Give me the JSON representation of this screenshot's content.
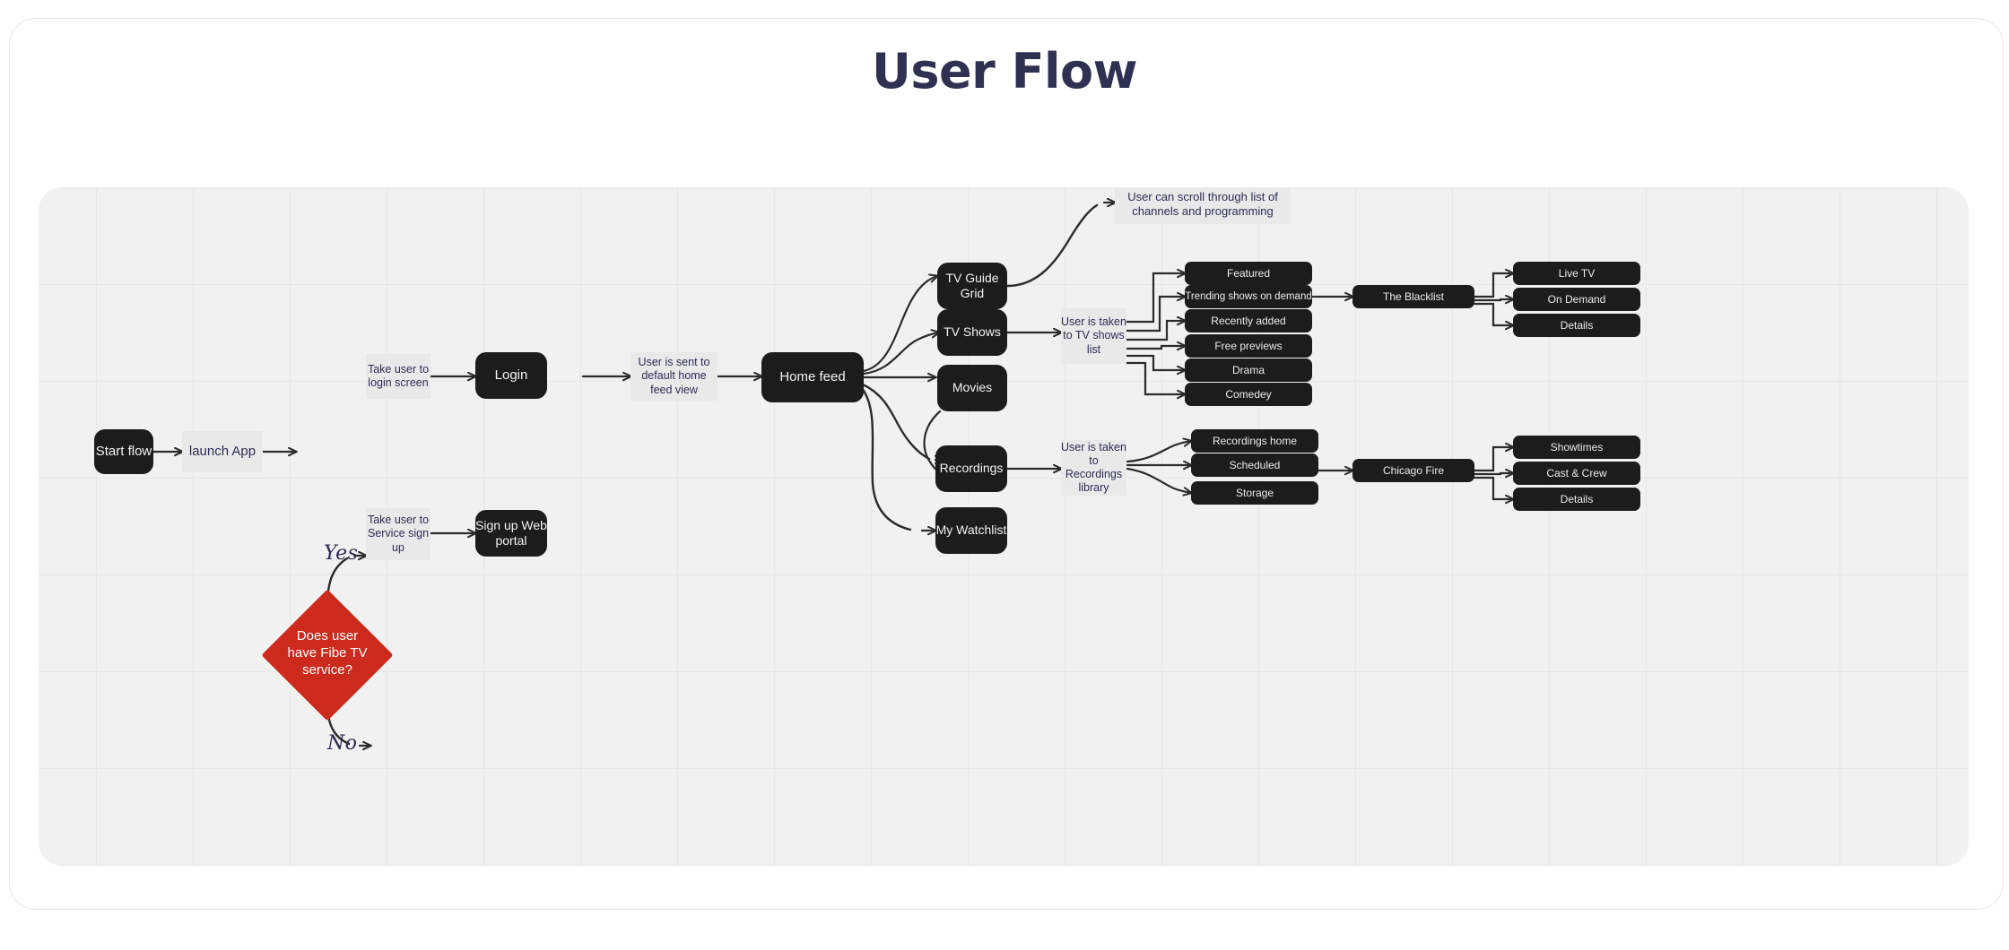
{
  "page": {
    "title": "User Flow"
  },
  "colors": {
    "decision_red": "#cb2a1d",
    "node_dark": "#1c1c1c",
    "note_gray": "#e9e9e9",
    "title_navy": "#2f3152",
    "canvas_gray": "#f1f1f1",
    "edge_stroke": "#2b2b2b"
  },
  "flow": {
    "start": {
      "label": "Start flow"
    },
    "launch": {
      "label": "launch App"
    },
    "decision": {
      "label": "Does user have Fibe TV service?"
    },
    "branch_yes": {
      "label": "Yes"
    },
    "branch_no": {
      "label": "No"
    },
    "take_to_login": {
      "label": "Take user to login screen"
    },
    "login": {
      "label": "Login"
    },
    "sent_to_home": {
      "label": "User is sent to default home feed view"
    },
    "home_feed": {
      "label": "Home feed"
    },
    "take_to_signup": {
      "label": "Take user to Service sign up"
    },
    "signup_portal": {
      "label": "Sign up Web portal"
    },
    "scroll_note": {
      "label": "User can scroll through list of channels and programming"
    },
    "tv_shows_note": {
      "label": "User is taken to TV shows list"
    },
    "recordings_note": {
      "label": "User is taken to Recordings library"
    }
  },
  "main_nav": [
    {
      "label": "TV Guide Grid"
    },
    {
      "label": "TV Shows"
    },
    {
      "label": "Movies"
    },
    {
      "label": "Recordings"
    },
    {
      "label": "My Watchlist"
    }
  ],
  "tv_shows_items": [
    {
      "label": "Featured"
    },
    {
      "label": "Trending shows on demand"
    },
    {
      "label": "Recently added"
    },
    {
      "label": "Free previews"
    },
    {
      "label": "Drama"
    },
    {
      "label": "Comedey"
    }
  ],
  "recordings_items": [
    {
      "label": "Recordings home"
    },
    {
      "label": "Scheduled"
    },
    {
      "label": "Storage"
    }
  ],
  "show_blacklist": {
    "title": "The Blacklist",
    "items": [
      {
        "label": "Live TV"
      },
      {
        "label": "On Demand"
      },
      {
        "label": "Details"
      }
    ]
  },
  "show_chicago_fire": {
    "title": "Chicago Fire",
    "items": [
      {
        "label": "Showtimes"
      },
      {
        "label": "Cast & Crew"
      },
      {
        "label": "Details"
      }
    ]
  }
}
